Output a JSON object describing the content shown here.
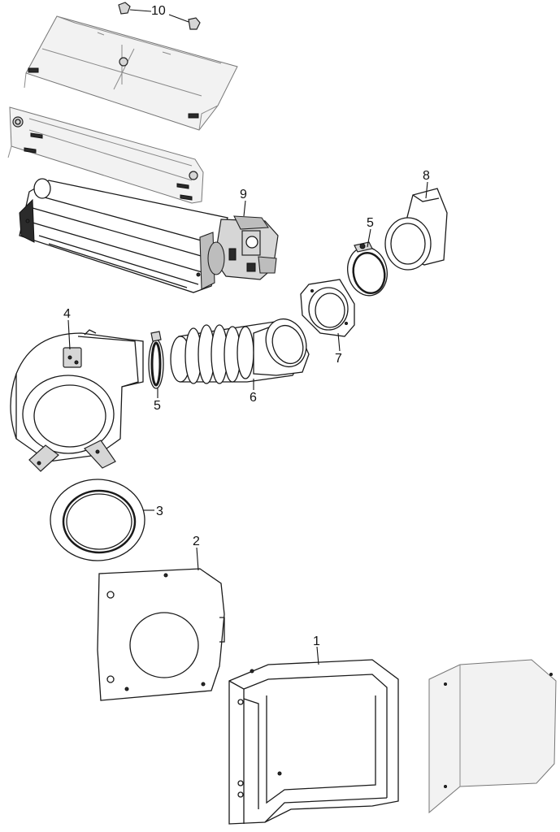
{
  "callouts": [
    {
      "id": "c10",
      "label": "10"
    },
    {
      "id": "c9",
      "label": "9"
    },
    {
      "id": "c8",
      "label": "8"
    },
    {
      "id": "c5a",
      "label": "5"
    },
    {
      "id": "c7",
      "label": "7"
    },
    {
      "id": "c4",
      "label": "4"
    },
    {
      "id": "c5b",
      "label": "5"
    },
    {
      "id": "c6",
      "label": "6"
    },
    {
      "id": "c3",
      "label": "3"
    },
    {
      "id": "c2",
      "label": "2"
    },
    {
      "id": "c1",
      "label": "1"
    }
  ]
}
